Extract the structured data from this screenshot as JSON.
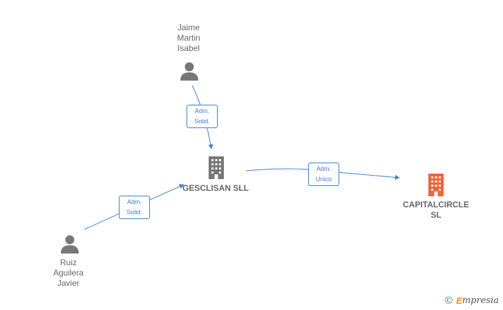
{
  "nodes": {
    "jaime": {
      "name_lines": [
        "Jaime",
        "Martin",
        "Isabel"
      ],
      "type": "person",
      "icon": "person-icon"
    },
    "ruiz": {
      "name_lines": [
        "Ruiz",
        "Aguilera",
        "Javier"
      ],
      "type": "person",
      "icon": "person-icon"
    },
    "gesclisan": {
      "name_lines": [
        "GESCLISAN SLL"
      ],
      "type": "company",
      "icon": "building-icon",
      "color": "#777777"
    },
    "capitalcircle": {
      "name_lines": [
        "CAPITALCIRCLE",
        "SL"
      ],
      "type": "company",
      "icon": "building-icon",
      "color": "#f0643a"
    }
  },
  "edges": [
    {
      "from": "jaime",
      "to": "gesclisan",
      "label_lines": [
        "Adm.",
        "Solid."
      ]
    },
    {
      "from": "ruiz",
      "to": "gesclisan",
      "label_lines": [
        "Adm.",
        "Solid."
      ]
    },
    {
      "from": "gesclisan",
      "to": "capitalcircle",
      "label_lines": [
        "Adm.",
        "Unico"
      ]
    }
  ],
  "colors": {
    "edge": "#3a7fd5",
    "person": "#777777",
    "text": "#666666"
  },
  "footer": {
    "copyright_symbol": "©",
    "brand_first": "E",
    "brand_rest": "mpresia"
  }
}
